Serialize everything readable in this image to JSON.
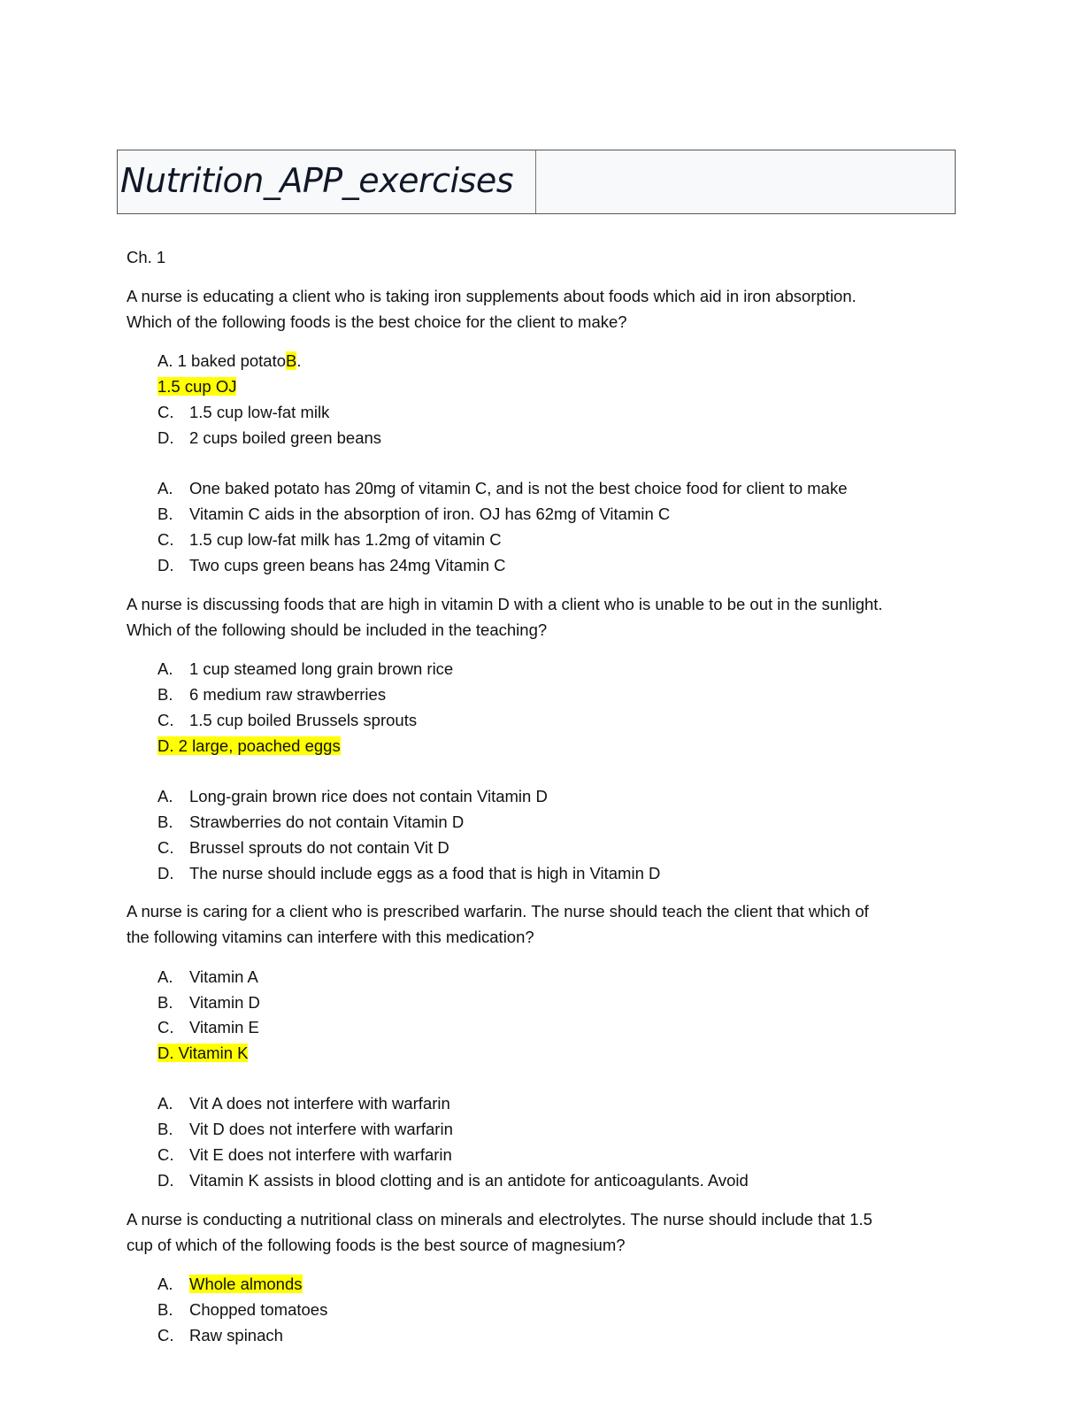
{
  "title": "Nutrition_APP_exercises",
  "chapter": "Ch. 1",
  "highlight_color": "#ffff00",
  "q1": {
    "stem": [
      "A nurse is educating a client who is taking iron supplements about foods which aid in iron absorption.",
      "Which of the following foods is the best choice for the client to make?"
    ],
    "opt_a": "A. 1 baked potato",
    "opt_b_letter": "B",
    "opt_b_dot": ".",
    "opt_b_text": "1.5 cup OJ",
    "opt_c": {
      "letter": "C.",
      "text": "1.5 cup low-fat milk"
    },
    "opt_d": {
      "letter": "D.",
      "text": "2 cups boiled green beans"
    },
    "rationale": [
      {
        "letter": "A.",
        "text": "One baked potato has 20mg of vitamin C, and is not the best choice food for client to make"
      },
      {
        "letter": "B.",
        "text": "Vitamin C aids in the absorption of iron. OJ has 62mg of Vitamin C"
      },
      {
        "letter": "C.",
        "text": "1.5 cup low-fat milk has 1.2mg of vitamin C"
      },
      {
        "letter": "D.",
        "text": "Two cups green beans has 24mg Vitamin C"
      }
    ]
  },
  "q2": {
    "stem": [
      "A nurse is discussing foods that are high in vitamin D with a client who is unable to be out in the sunlight.",
      "Which of the following should be included in the teaching?"
    ],
    "options": [
      {
        "letter": "A.",
        "text": "1 cup steamed long grain brown rice"
      },
      {
        "letter": "B.",
        "text": "6 medium raw strawberries"
      },
      {
        "letter": "C.",
        "text": "1.5 cup boiled Brussels sprouts"
      }
    ],
    "answer": "D. 2 large, poached eggs",
    "rationale": [
      {
        "letter": "A.",
        "text": "Long-grain brown rice does not contain Vitamin D"
      },
      {
        "letter": "B.",
        "text": "Strawberries do not contain Vitamin D"
      },
      {
        "letter": "C.",
        "text": "Brussel sprouts do not contain Vit D"
      },
      {
        "letter": "D.",
        "text": "The nurse should include eggs as a food that is high in Vitamin D"
      }
    ]
  },
  "q3": {
    "stem": [
      "A nurse is caring for a client who is prescribed warfarin. The nurse should teach the client that which of",
      "the following vitamins can interfere with this medication?"
    ],
    "options": [
      {
        "letter": "A.",
        "text": "Vitamin A"
      },
      {
        "letter": "B.",
        "text": "Vitamin D"
      },
      {
        "letter": "C.",
        "text": "Vitamin E"
      }
    ],
    "answer": "D. Vitamin K",
    "rationale": [
      {
        "letter": "A.",
        "text": "Vit A does not interfere with warfarin"
      },
      {
        "letter": "B.",
        "text": "Vit D does not interfere with warfarin"
      },
      {
        "letter": "C.",
        "text": "Vit E does not interfere with warfarin"
      },
      {
        "letter": "D.",
        "text": "Vitamin K assists in blood clotting and is an antidote for anticoagulants. Avoid"
      }
    ]
  },
  "q4": {
    "stem": [
      "A nurse is conducting a nutritional class on minerals and electrolytes. The nurse should include that 1.5",
      "cup of which of the following foods is the best source of magnesium?"
    ],
    "options": [
      {
        "letter": "A.",
        "text": "Whole almonds"
      },
      {
        "letter": "B.",
        "text": "Chopped tomatoes"
      },
      {
        "letter": "C.",
        "text": "Raw spinach"
      }
    ]
  }
}
